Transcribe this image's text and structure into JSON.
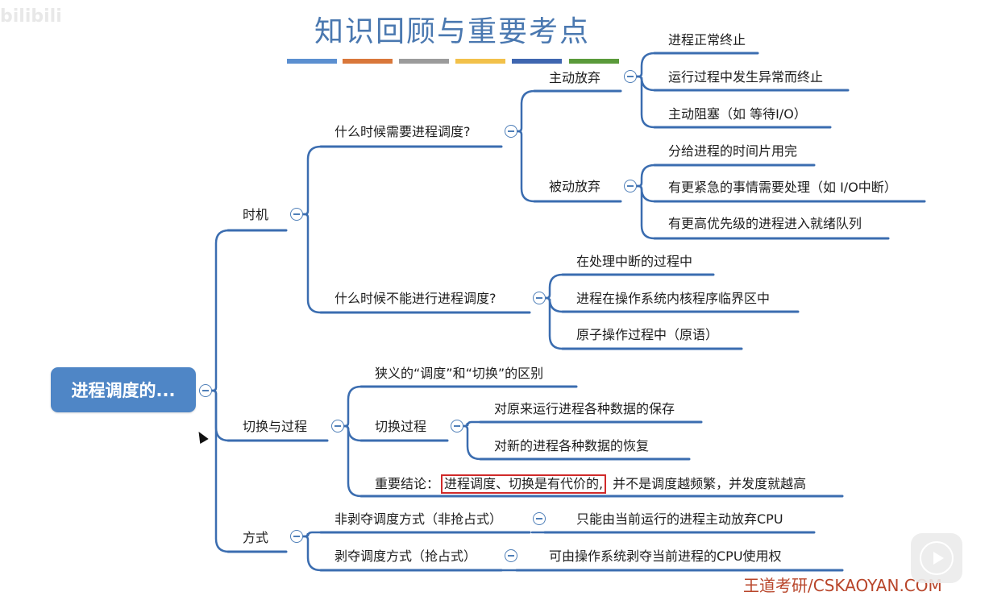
{
  "watermark_logo": "bilibili",
  "title": "知识回顾与重要考点",
  "color_bars": [
    "#5b8fd0",
    "#d9773a",
    "#9b9b9b",
    "#f2c14a",
    "#3f66b0",
    "#5a9a3a"
  ],
  "line_color": "#3b6db0",
  "root": {
    "label": "进程调度的..."
  },
  "timing": {
    "label": "时机",
    "when_needed": {
      "label": "什么时候需要进程调度?",
      "active": {
        "label": "主动放弃",
        "items": [
          "进程正常终止",
          "运行过程中发生异常而终止",
          "主动阻塞（如 等待I/O）"
        ]
      },
      "passive": {
        "label": "被动放弃",
        "items": [
          "分给进程的时间片用完",
          "有更紧急的事情需要处理（如 I/O中断）",
          "有更高优先级的进程进入就绪队列"
        ]
      }
    },
    "when_not": {
      "label": "什么时候不能进行进程调度?",
      "items": [
        "在处理中断的过程中",
        "进程在操作系统内核程序临界区中",
        "原子操作过程中（原语）"
      ]
    }
  },
  "switching": {
    "label": "切换与过程",
    "difference": "狭义的“调度”和“切换”的区别",
    "process": {
      "label": "切换过程",
      "items": [
        "对原来运行进程各种数据的保存",
        "对新的进程各种数据的恢复"
      ]
    },
    "conclusion": {
      "prefix": "重要结论：",
      "highlight": "进程调度、切换是有代价的,",
      "suffix": "并不是调度越频繁，并发度就越高"
    }
  },
  "mode": {
    "label": "方式",
    "nonpreemptive": {
      "label": "非剥夺调度方式（非抢占式）",
      "detail": "只能由当前运行的进程主动放弃CPU"
    },
    "preemptive": {
      "label": "剥夺调度方式（抢占式）",
      "detail": "可由操作系统剥夺当前进程的CPU使用权"
    }
  },
  "footer": {
    "watermark": "王道考研/CSKAOYAN.COM"
  }
}
